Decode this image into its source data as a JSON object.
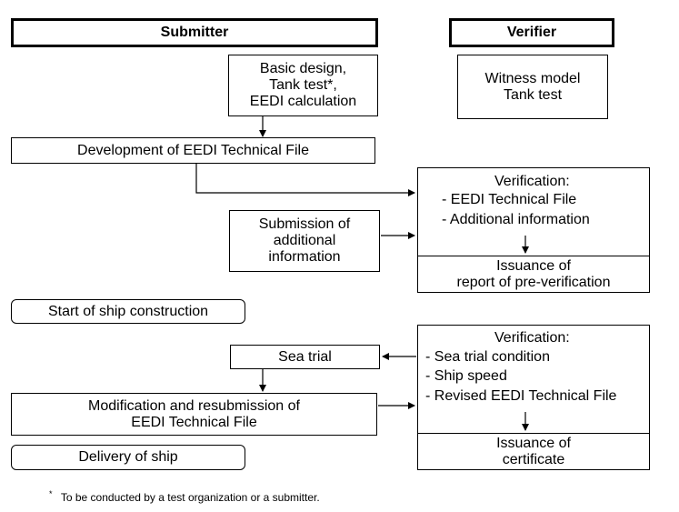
{
  "headers": {
    "submitter": "Submitter",
    "verifier": "Verifier"
  },
  "basic_design": [
    "Basic design,",
    "Tank test*,",
    "EEDI calculation"
  ],
  "witness": [
    "Witness model",
    "Tank test"
  ],
  "development": "Development of EEDI Technical File",
  "verification1": {
    "title": "Verification:",
    "items": [
      "- EEDI Technical File",
      "- Additional information"
    ]
  },
  "submission": [
    "Submission of",
    "additional",
    "information"
  ],
  "issuance1": [
    "Issuance of",
    "report of pre-verification"
  ],
  "start_construction": "Start of ship construction",
  "verification2": {
    "title": "Verification:",
    "items": [
      "- Sea trial condition",
      "- Ship speed",
      "- Revised EEDI Technical File"
    ]
  },
  "sea_trial": "Sea trial",
  "modification": [
    "Modification and resubmission of",
    "EEDI Technical File"
  ],
  "issuance2": [
    "Issuance of",
    "certificate"
  ],
  "delivery": "Delivery of ship",
  "footnote": {
    "mark": "*",
    "text": "To be conducted by a test organization or a submitter."
  }
}
